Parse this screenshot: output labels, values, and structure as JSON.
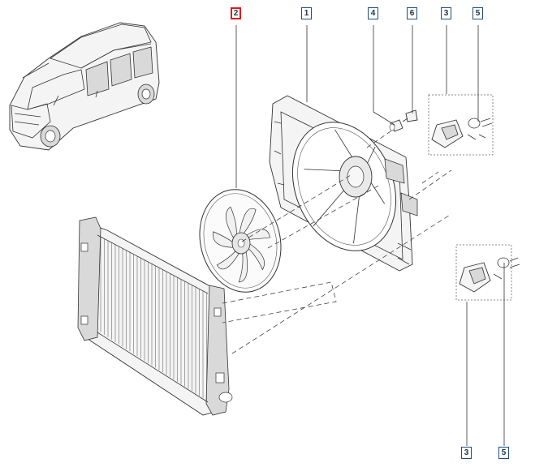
{
  "callouts": {
    "fan": "2",
    "shroud": "1",
    "spacer": "4",
    "screw_top": "6",
    "resistor_top": "3",
    "clip_top": "5",
    "resistor_bottom": "3",
    "clip_bottom": "5"
  },
  "colors": {
    "highlight": "#e11919",
    "callout_border": "#1f4e79",
    "line": "#333333"
  },
  "icons": {
    "vehicle": "van-illustration",
    "radiator": "radiator-illustration",
    "fan": "fan-blade-illustration",
    "shroud": "fan-shroud-illustration"
  }
}
